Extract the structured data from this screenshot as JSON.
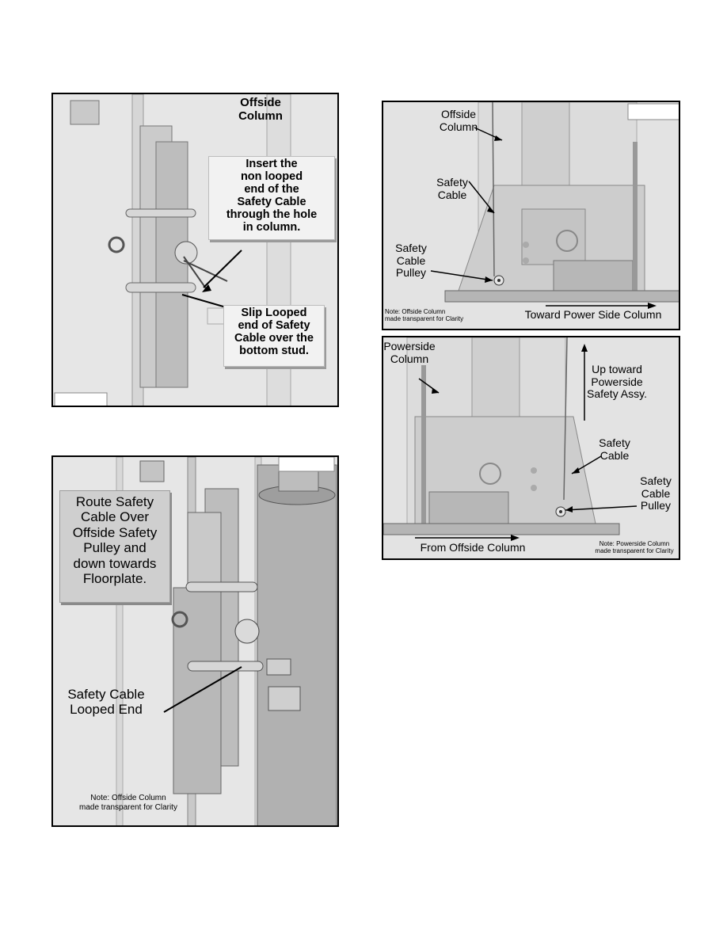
{
  "fig1": {
    "offside_column": "Offside\nColumn",
    "insert_callout": "Insert the\nnon looped\nend of the\nSafety Cable\nthrough the hole\nin column.",
    "slip_callout": "Slip Looped\nend of Safety\nCable over the\nbottom stud."
  },
  "fig2": {
    "route_box": "Route Safety\nCable Over\nOffside Safety\nPulley and\ndown towards\nFloorplate.",
    "looped_end": "Safety Cable\nLooped End",
    "note": "Note: Offside Column\nmade transparent for Clarity"
  },
  "fig3": {
    "offside_column": "Offside\nColumn",
    "safety_cable": "Safety\nCable",
    "pulley": "Safety\nCable\nPulley",
    "toward": "Toward Power Side Column",
    "note": "Note: Offside Column\nmade transparent for Clarity"
  },
  "fig4": {
    "powerside_column": "Powerside\nColumn",
    "up_toward": "Up toward\nPowerside\nSafety Assy.",
    "safety_cable": "Safety\nCable",
    "pulley": "Safety\nCable\nPulley",
    "from": "From Offside Column",
    "note": "Note: Powerside Column\nmade transparent for Clarity"
  }
}
